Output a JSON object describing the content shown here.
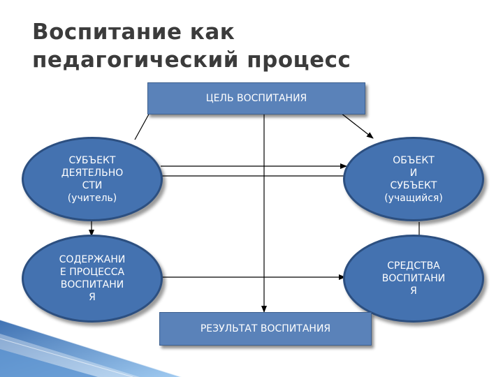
{
  "title": {
    "line1": "Воспитание как",
    "line2": "педагогический процесс"
  },
  "diagram": {
    "goal": "ЦЕЛЬ ВОСПИТАНИЯ",
    "subject": "СУБЪЕКТ\nДЕЯТЕЛЬНО\nСТИ\n(учитель)",
    "object": "ОБЪЕКТ\nИ\nСУБЪЕКТ\n(учащийся)",
    "content": "СОДЕРЖАНИ\nЕ ПРОЦЕССА\nВОСПИТАНИ\nЯ",
    "means": "СРЕДСТВА\nВОСПИТАНИ\nЯ",
    "result": "РЕЗУЛЬТАТ ВОСПИТАНИЯ"
  },
  "colors": {
    "node_fill": "#4472b0",
    "node_border": "#2c4f80",
    "box_fill": "#5a82b9",
    "connector": "#000000",
    "decor_band": "#2e6db4"
  }
}
